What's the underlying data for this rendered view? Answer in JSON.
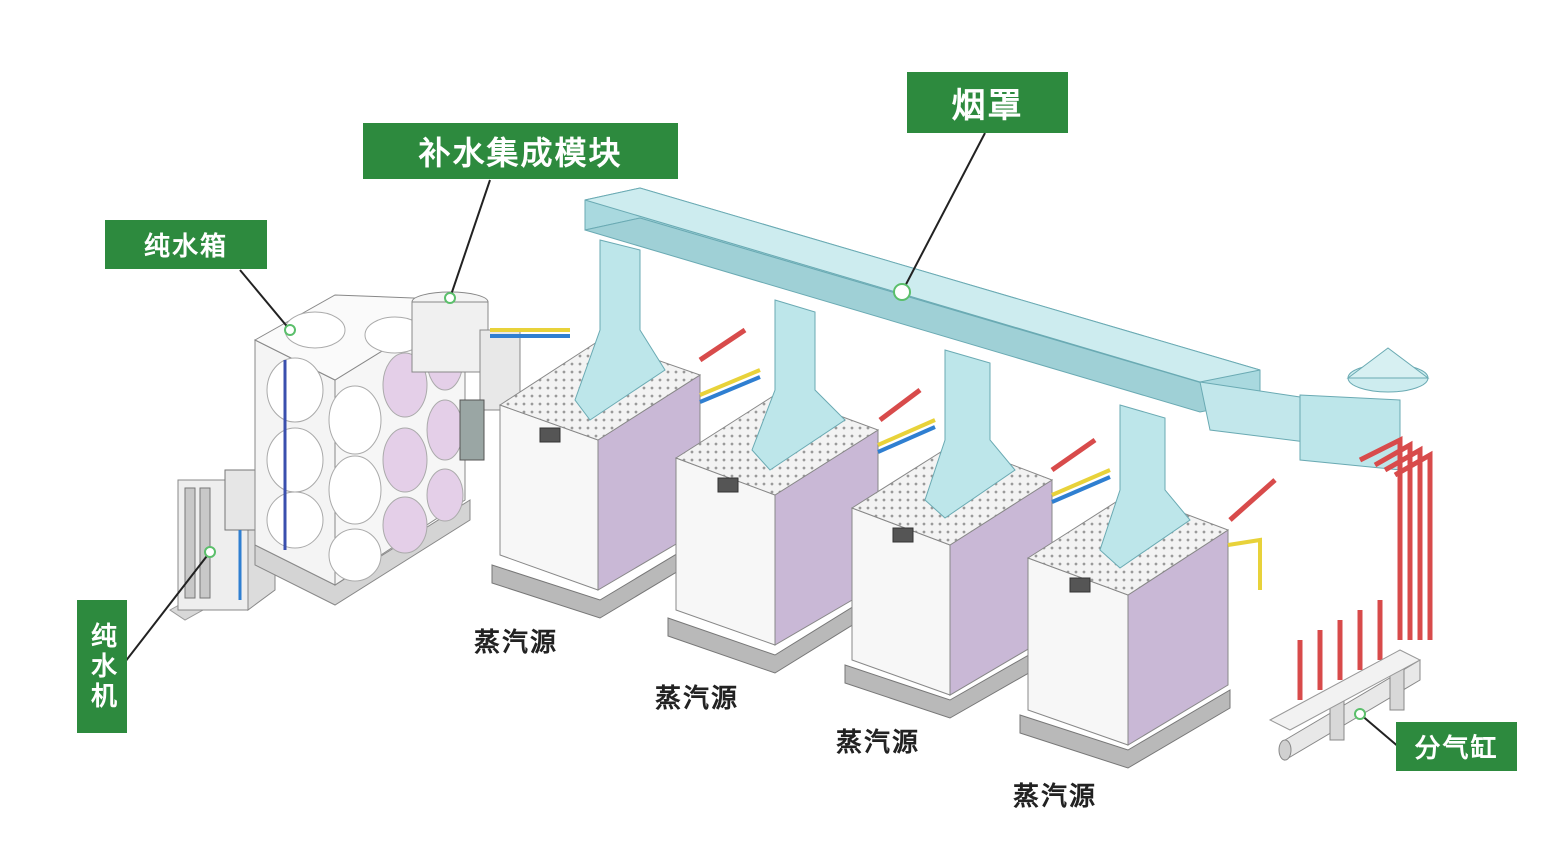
{
  "labels": {
    "pure_water_tank": "纯水箱",
    "makeup_module": "补水集成模块",
    "hood": "烟罩",
    "pure_water_machine": "纯水机",
    "steam_header": "分气缸",
    "steam_source": "蒸汽源"
  },
  "colors": {
    "label_bg": "#2d8a3e",
    "hood": "#bde6ea",
    "boiler_side": "#c9b8d6",
    "tank_panel": "#e4cfe8",
    "steam_pipe": "#d84b4b",
    "water_pipe": "#2f7fd1",
    "gas_pipe": "#e8d23a"
  }
}
